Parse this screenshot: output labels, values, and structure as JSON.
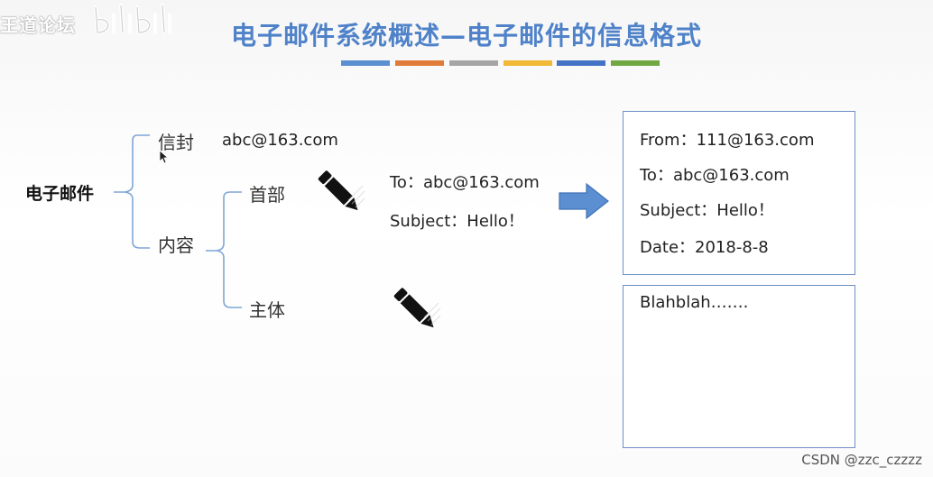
{
  "watermark": {
    "text": "王道论坛",
    "logo": "bilibili-logo"
  },
  "slide": {
    "title": "电子邮件系统概述—电子邮件的信息格式",
    "stripe_colors": [
      "#5b8fd2",
      "#e07b39",
      "#a5a5a5",
      "#f2b936",
      "#4472c4",
      "#71a843"
    ]
  },
  "tree": {
    "root": "电子邮件",
    "envelope": "信封",
    "envelope_value": "abc@163.com",
    "content": "内容",
    "header": "首部",
    "body": "主体"
  },
  "header_fields": {
    "to": "To：abc@163.com",
    "subject": "Subject：Hello！"
  },
  "mail_header_box": {
    "from": "From：111@163.com",
    "to": "To：abc@163.com",
    "subject": "Subject：Hello！",
    "date": "Date：2018-8-8"
  },
  "mail_body_box": {
    "text": "Blahblah……."
  },
  "icons": [
    "pencil-icon",
    "pencil-icon",
    "arrow-right-icon",
    "cursor-icon"
  ],
  "footer": {
    "credit": "CSDN @zzc_czzzz"
  }
}
